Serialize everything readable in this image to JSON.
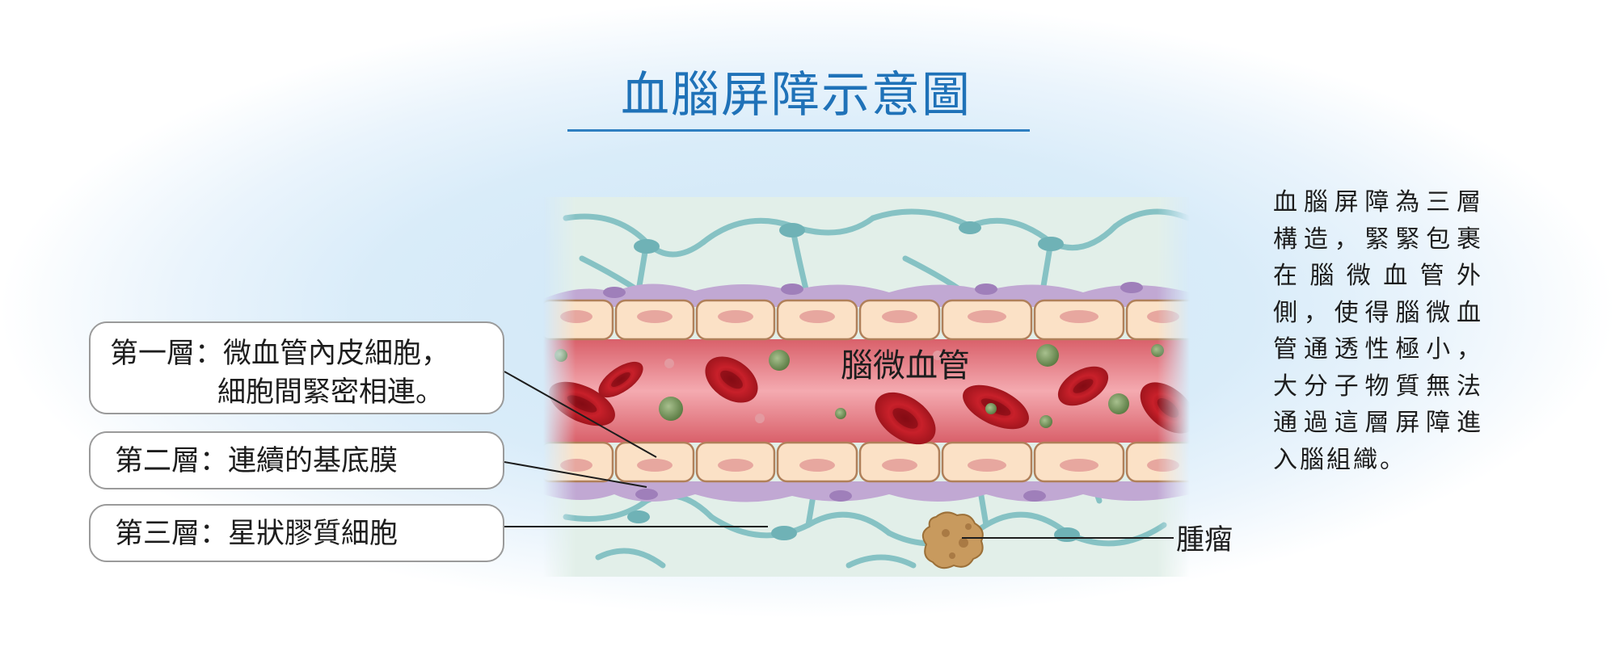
{
  "title": "血腦屏障示意圖",
  "labels": {
    "layer1_line1": "第一層：微血管內皮細胞，",
    "layer1_line2": "細胞間緊密相連。",
    "layer2": "第二層：連續的基底膜",
    "layer3": "第三層：星狀膠質細胞",
    "vessel": "腦微血管",
    "tumor": "腫瘤"
  },
  "side_note": "血腦屏障為三層構造，緊緊包裹在腦微血管外側，使得腦微血管通透性極小，大分子物質無法通過這層屏障進入腦組織。",
  "colors": {
    "title": "#1f72b8",
    "background_glow": "#cfe6f7",
    "vessel_lumen": "#e8878f",
    "endothelial_cell": "#fbe1c6",
    "basement_membrane": "#bca2cf",
    "astrocyte": "#7cc0c3",
    "red_blood_cell": "#c8202a",
    "tumor": "#c89a5e"
  }
}
